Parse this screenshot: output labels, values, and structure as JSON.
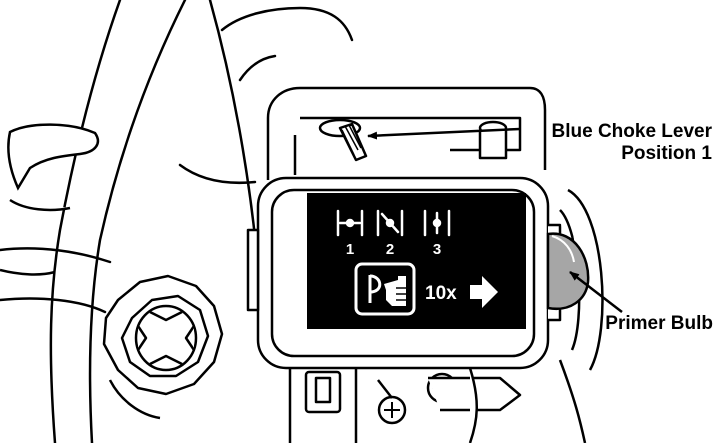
{
  "callouts": {
    "choke_line1": "Blue Choke Lever",
    "choke_line2": "Position 1",
    "primer": "Primer Bulb"
  },
  "decal": {
    "positions": [
      "1",
      "2",
      "3"
    ],
    "primer_count": "10x"
  },
  "colors": {
    "line": "#000000",
    "decal_background": "#000000",
    "decal_foreground": "#ffffff",
    "primer_bulb": "#a6a6a6"
  }
}
